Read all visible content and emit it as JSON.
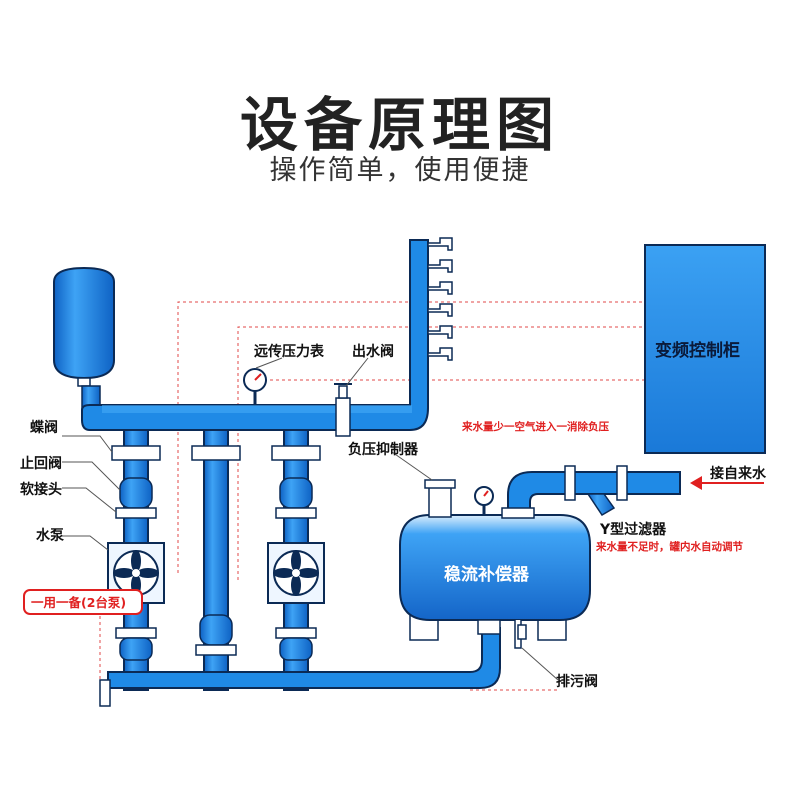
{
  "header": {
    "title": "设备原理图",
    "subtitle": "操作简单，使用便捷"
  },
  "labels": {
    "butterfly_valve": "蝶阀",
    "check_valve": "止回阀",
    "soft_joint": "软接头",
    "water_pump": "水泵",
    "pump_mode": "一用一备(2台泵)",
    "remote_gauge": "远传压力表",
    "outlet_valve": "出水阀",
    "vfd_cabinet": "变频控制柜",
    "negative_pressure_suppressor": "负压抑制器",
    "tank": "稳流补偿器",
    "drain_valve": "排污阀",
    "y_filter": "Y型过滤器",
    "inlet": "接自来水",
    "note_low_flow": "来水量少一空气进入一消除负压",
    "note_insufficient": "来水量不足时，罐内水自动调节"
  },
  "colors": {
    "pipe": "#1f8ae6",
    "pipe_dark": "#0d5fb8",
    "outline": "#0b2a55",
    "accent_red": "#e02020",
    "cabinet": "#2b93ea"
  }
}
